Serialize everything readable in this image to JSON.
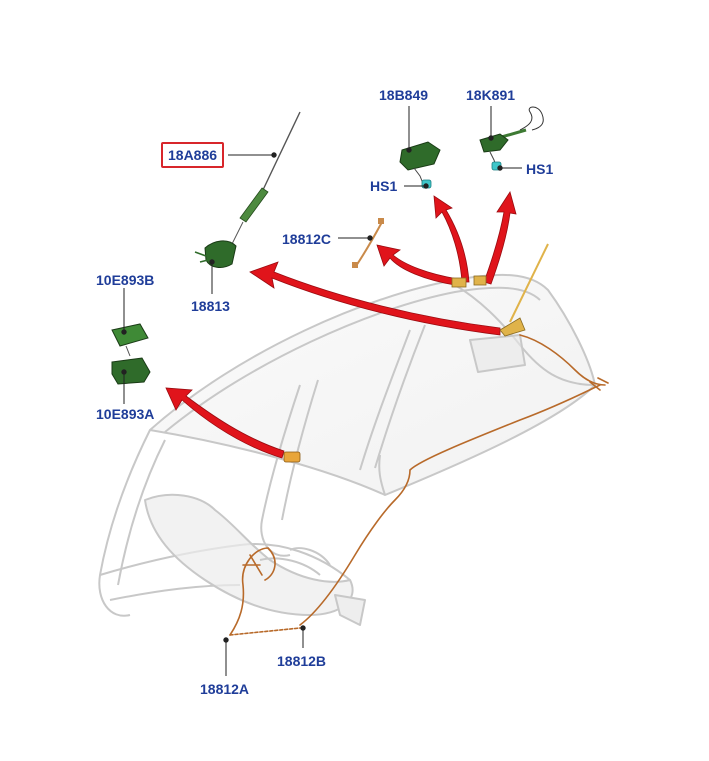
{
  "parts": {
    "p18A886": "18A886",
    "p18B849": "18B849",
    "p18K891": "18K891",
    "hs1_left": "HS1",
    "hs1_right": "HS1",
    "p18812C": "18812C",
    "p18813": "18813",
    "p10E893B": "10E893B",
    "p10E893A": "10E893A",
    "p18812B": "18812B",
    "p18812A": "18812A"
  },
  "colors": {
    "label": "#1f3d99",
    "highlight_box": "#d8262b",
    "arrow": "#e0141b",
    "component_green": "#2f6b2a",
    "connector_cyan": "#3fc6c9",
    "harness_orange": "#b86a2a",
    "antenna_yellow": "#e0b34a",
    "body_outline": "#c9c9c9"
  }
}
